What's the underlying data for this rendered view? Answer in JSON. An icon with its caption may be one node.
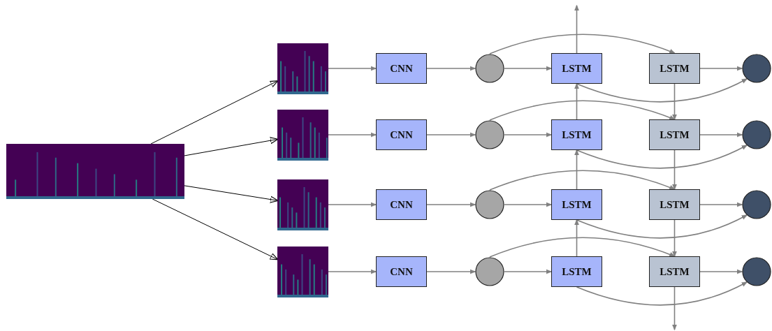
{
  "diagram": {
    "nodes": [
      {
        "text": [],
        "shape": "picture"
      },
      {
        "text": [],
        "shape": "picture"
      },
      {
        "text": [
          "CNN"
        ]
      },
      {
        "text": [],
        "shape": "circle"
      },
      {
        "text": [
          "LSTM"
        ]
      },
      {
        "text": [
          "LSTM"
        ]
      },
      {
        "text": [],
        "shape": "circle"
      },
      {
        "text": [],
        "shape": "picture"
      },
      {
        "text": [
          "CNN"
        ]
      },
      {
        "text": [],
        "shape": "circle"
      },
      {
        "text": [
          "LSTM"
        ]
      },
      {
        "text": [
          "LSTM"
        ]
      },
      {
        "text": [],
        "shape": "circle"
      },
      {
        "text": [],
        "shape": "picture"
      },
      {
        "text": [
          "CNN"
        ]
      },
      {
        "text": [],
        "shape": "circle"
      },
      {
        "text": [
          "LSTM"
        ]
      },
      {
        "text": [
          "LSTM"
        ]
      },
      {
        "text": [],
        "shape": "circle"
      },
      {
        "text": [],
        "shape": "picture"
      },
      {
        "text": [
          "CNN"
        ]
      },
      {
        "text": [],
        "shape": "circle"
      },
      {
        "text": [
          "LSTM"
        ]
      },
      {
        "text": [
          "LSTM"
        ]
      },
      {
        "text": [],
        "shape": "circle"
      }
    ],
    "edges": [
      {
        "from": 0,
        "to": 1,
        "arrow": "to",
        "color": "#000000"
      },
      {
        "from": 0,
        "to": 7,
        "arrow": "to",
        "color": "#000000"
      },
      {
        "from": 0,
        "to": 13,
        "arrow": "to",
        "color": "#000000"
      },
      {
        "from": 0,
        "to": 19,
        "arrow": "to",
        "color": "#000000"
      },
      {
        "from": 1,
        "to": 2,
        "arrow": "to"
      },
      {
        "from": 2,
        "to": 3,
        "arrow": "to"
      },
      {
        "from": 3,
        "to": 4,
        "arrow": "to"
      },
      {
        "from": 3,
        "to": 5,
        "arrow": "to"
      },
      {
        "from": 5,
        "to": 6,
        "arrow": "to"
      },
      {
        "from": 4,
        "to": 6,
        "arrow": "to"
      },
      {
        "from": 7,
        "to": 8,
        "arrow": "to"
      },
      {
        "from": 8,
        "to": 9,
        "arrow": "to"
      },
      {
        "from": 9,
        "to": 10,
        "arrow": "to"
      },
      {
        "from": 9,
        "to": 11,
        "arrow": "to"
      },
      {
        "from": 11,
        "to": 12,
        "arrow": "to"
      },
      {
        "from": 10,
        "to": 12,
        "arrow": "to"
      },
      {
        "from": 13,
        "to": 14,
        "arrow": "to"
      },
      {
        "from": 14,
        "to": 15,
        "arrow": "to"
      },
      {
        "from": 15,
        "to": 16,
        "arrow": "to"
      },
      {
        "from": 15,
        "to": 17,
        "arrow": "to"
      },
      {
        "from": 17,
        "to": 18,
        "arrow": "to"
      },
      {
        "from": 16,
        "to": 18,
        "arrow": "to"
      },
      {
        "from": 19,
        "to": 20,
        "arrow": "to"
      },
      {
        "from": 20,
        "to": 21,
        "arrow": "to"
      },
      {
        "from": 21,
        "to": 22,
        "arrow": "to"
      },
      {
        "from": 21,
        "to": 23,
        "arrow": "to"
      },
      {
        "from": 23,
        "to": 24,
        "arrow": "to"
      },
      {
        "from": 22,
        "to": 24,
        "arrow": "to"
      },
      {
        "from": 4,
        "to": null,
        "arrow": "to"
      },
      {
        "from": 10,
        "to": 4,
        "arrow": "to"
      },
      {
        "from": 16,
        "to": 10,
        "arrow": "to"
      },
      {
        "from": 22,
        "to": 16,
        "arrow": "to"
      },
      {
        "from": 5,
        "to": 11,
        "arrow": "to"
      },
      {
        "from": 11,
        "to": 17,
        "arrow": "to"
      },
      {
        "from": 17,
        "to": 23,
        "arrow": "to"
      },
      {
        "from": 23,
        "to": null,
        "arrow": "to"
      }
    ]
  }
}
